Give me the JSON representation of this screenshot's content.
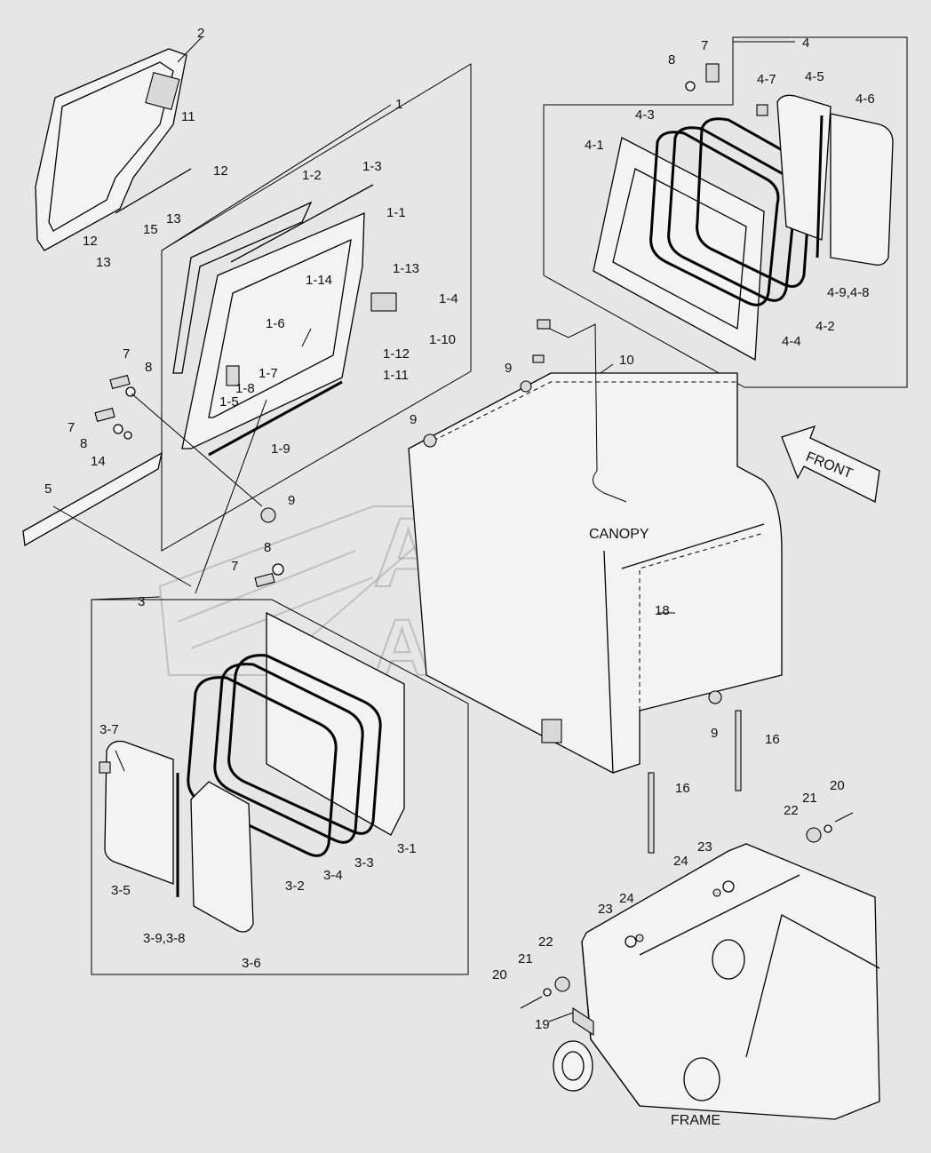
{
  "titles": {
    "canopy": "CANOPY",
    "frame": "FRAME",
    "front": "FRONT"
  },
  "watermark": {
    "line1": "ARTO",
    "line2": "AVIANC"
  },
  "labels": [
    {
      "text": "1"
    },
    {
      "text": "1-1"
    },
    {
      "text": "1-2"
    },
    {
      "text": "1-3"
    },
    {
      "text": "1-4"
    },
    {
      "text": "1-5"
    },
    {
      "text": "1-6"
    },
    {
      "text": "1-7"
    },
    {
      "text": "1-8"
    },
    {
      "text": "1-9"
    },
    {
      "text": "1-10"
    },
    {
      "text": "1-11"
    },
    {
      "text": "1-12"
    },
    {
      "text": "1-13"
    },
    {
      "text": "1-14"
    },
    {
      "text": "2"
    },
    {
      "text": "3"
    },
    {
      "text": "3-1"
    },
    {
      "text": "3-2"
    },
    {
      "text": "3-3"
    },
    {
      "text": "3-4"
    },
    {
      "text": "3-5"
    },
    {
      "text": "3-6"
    },
    {
      "text": "3-7"
    },
    {
      "text": "3-9,3-8"
    },
    {
      "text": "4"
    },
    {
      "text": "4-1"
    },
    {
      "text": "4-2"
    },
    {
      "text": "4-3"
    },
    {
      "text": "4-4"
    },
    {
      "text": "4-5"
    },
    {
      "text": "4-6"
    },
    {
      "text": "4-7"
    },
    {
      "text": "4-9,4-8"
    },
    {
      "text": "5"
    },
    {
      "text": "7"
    },
    {
      "text": "7"
    },
    {
      "text": "7"
    },
    {
      "text": "7"
    },
    {
      "text": "8"
    },
    {
      "text": "8"
    },
    {
      "text": "8"
    },
    {
      "text": "8"
    },
    {
      "text": "9"
    },
    {
      "text": "9"
    },
    {
      "text": "9"
    },
    {
      "text": "9"
    },
    {
      "text": "10"
    },
    {
      "text": "11"
    },
    {
      "text": "12"
    },
    {
      "text": "12"
    },
    {
      "text": "13"
    },
    {
      "text": "13"
    },
    {
      "text": "14"
    },
    {
      "text": "15"
    },
    {
      "text": "16"
    },
    {
      "text": "16"
    },
    {
      "text": "18"
    },
    {
      "text": "19"
    },
    {
      "text": "20"
    },
    {
      "text": "20"
    },
    {
      "text": "21"
    },
    {
      "text": "21"
    },
    {
      "text": "22"
    },
    {
      "text": "22"
    },
    {
      "text": "23"
    },
    {
      "text": "23"
    },
    {
      "text": "24"
    },
    {
      "text": "24"
    }
  ]
}
